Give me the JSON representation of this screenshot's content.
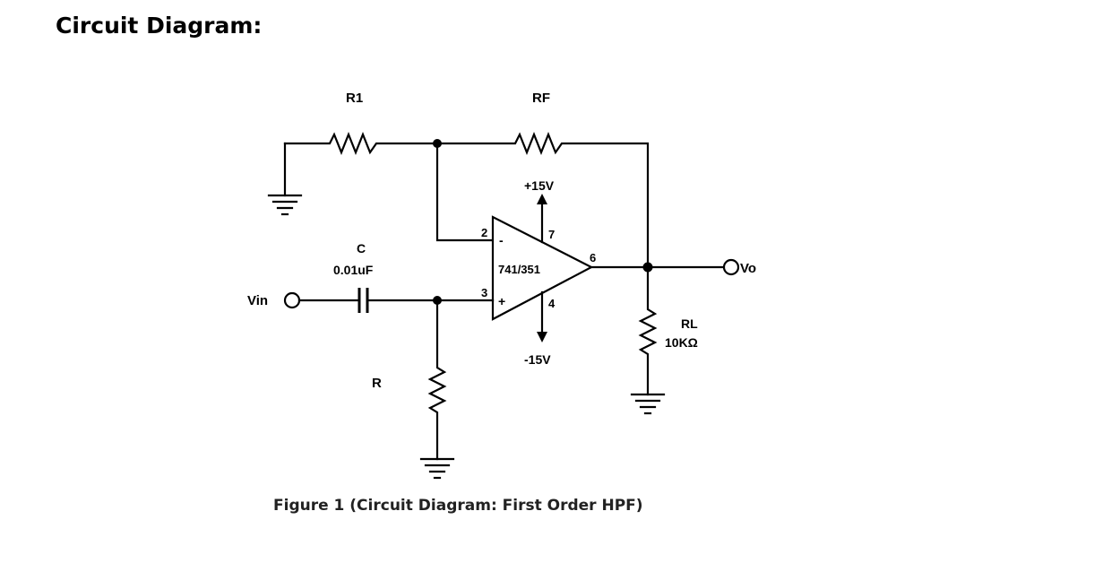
{
  "heading": "Circuit Diagram:",
  "caption": "Figure 1 (Circuit Diagram: First Order HPF)",
  "labels": {
    "r1": "R1",
    "rf": "RF",
    "pos_supply": "+15V",
    "neg_supply": "-15V",
    "c_name": "C",
    "c_value": "0.01uF",
    "vin": "Vin",
    "vo": "Vo",
    "opamp": "741/351",
    "pin_inv": "2",
    "pin_noninv": "3",
    "pin_vplus": "7",
    "pin_vminus": "4",
    "pin_out": "6",
    "minus_sign": "-",
    "plus_sign": "+",
    "r": "R",
    "rl_name": "RL",
    "rl_value": "10KΩ"
  }
}
